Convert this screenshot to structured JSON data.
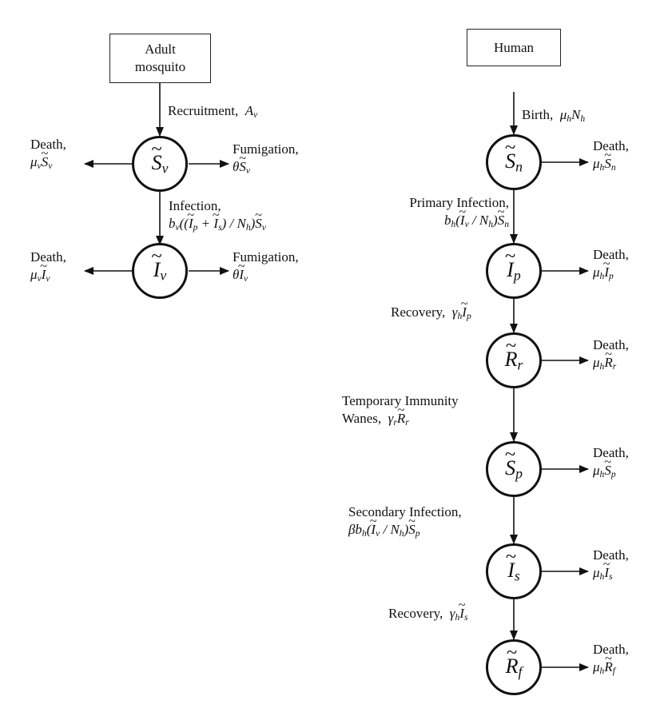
{
  "mosquito": {
    "title_line1": "Adult",
    "title_line2": "mosquito",
    "recruitment": "Recruitment,",
    "death_s": "Death,",
    "fumigation_s": "Fumigation,",
    "infection": "Infection,",
    "death_i": "Death,",
    "fumigation_i": "Fumigation,"
  },
  "human": {
    "title": "Human",
    "birth": "Birth,",
    "death": "Death,",
    "primary_infection": "Primary Infection,",
    "recovery": "Recovery,",
    "temporary_immunity": "Temporary Immunity",
    "wanes": "Wanes,",
    "secondary_infection": "Secondary Infection,"
  },
  "colors": {
    "stroke": "#111111",
    "background": "#ffffff"
  }
}
